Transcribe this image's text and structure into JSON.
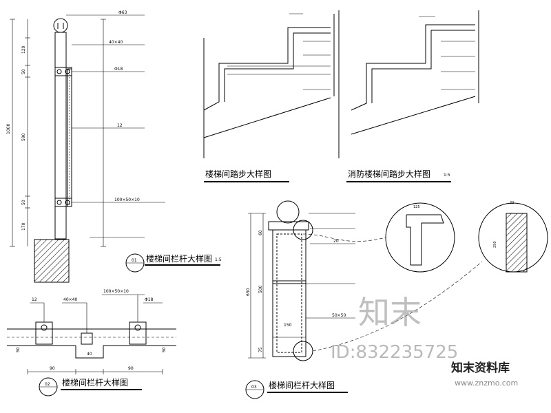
{
  "detail_titles": {
    "railing_elevation": "楼梯间栏杆大样图",
    "railing_plan": "楼梯间栏杆大样图",
    "railing_section": "楼梯间栏杆大样图",
    "stair_step": "楼梯间踏步大样图",
    "fire_stair_step": "消防楼梯间踏步大样图"
  },
  "detail_numbers": {
    "d01": "01",
    "d02": "02",
    "d03": "03"
  },
  "scales": {
    "s1": "1:5",
    "s2": "1:5"
  },
  "leader_labels": {
    "pipe_top": "Φ63",
    "square_40": "40×40",
    "bolt_18": "Φ18",
    "flat_12": "12",
    "plate_100": "100×50×10",
    "plan_flat_12": "12",
    "plan_square_40": "40×40",
    "plan_plate_100": "100×50×10",
    "plan_bolt_18": "Φ18",
    "sec_20": "20",
    "sec_50": "50×50"
  },
  "dimensions": {
    "elev_total": "1000",
    "elev_120": "120",
    "elev_50a": "50",
    "elev_590": "590",
    "elev_50b": "50",
    "elev_170": "170",
    "plan_50a": "50",
    "plan_90a": "90",
    "plan_40": "40",
    "plan_90b": "90",
    "plan_50b": "50",
    "sec_650": "650",
    "sec_150": "150",
    "sec_75": "75",
    "sec_60": "60",
    "sec_500": "500",
    "sec_250": "250",
    "sec_22": "22",
    "sec_125": "125"
  },
  "watermark": {
    "logo": "知末",
    "site": "知末资料库",
    "url": "www.znzmo.com",
    "id": "ID:832235725"
  }
}
